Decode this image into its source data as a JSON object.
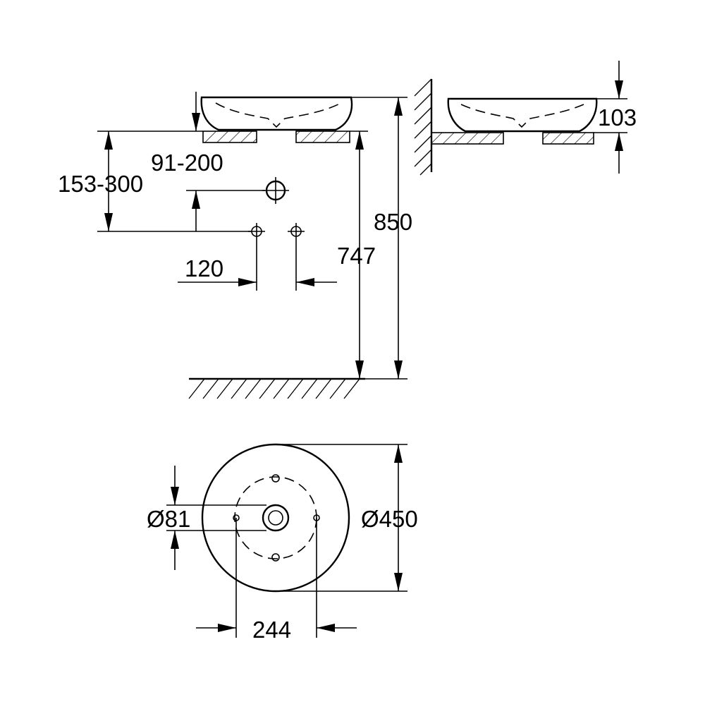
{
  "dimensions": {
    "basin_height": "103",
    "total_height": "850",
    "rim_to_waste_height": "747",
    "waste_offset_height": "153-300",
    "tap_offset": "91-200",
    "fixing_hole_spacing_side": "120",
    "waste_diameter": "Ø81",
    "basin_diameter": "Ø450",
    "fixing_hole_spacing_plan": "244"
  }
}
